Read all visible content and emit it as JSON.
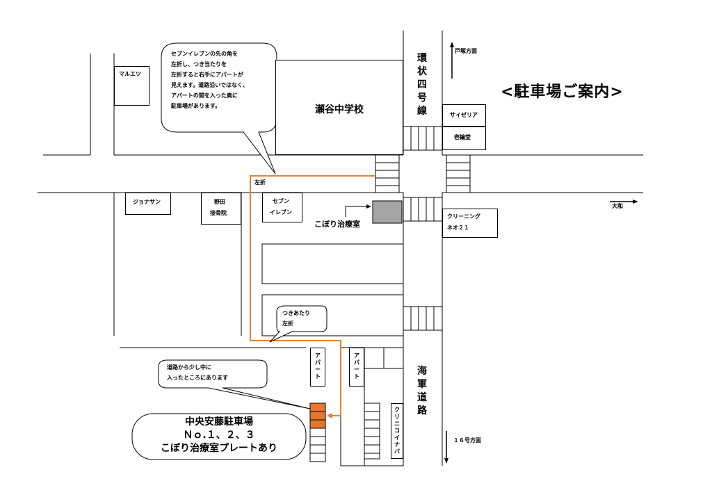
{
  "title": "<駐車場ご案内>",
  "roads": {
    "kanjo4": "環状四号線",
    "kaigun": "海軍道路"
  },
  "directions": {
    "totsuka": "戸塚方面",
    "yamato": "大和",
    "route16": "１６号方面"
  },
  "landmarks": {
    "maruetsu": "マルエツ",
    "school": "瀬谷中学校",
    "saizeriya": "サイゼリア",
    "ichirindo": "壱鑰堂",
    "jonathan": "ジョナサン",
    "noda_line1": "野田",
    "noda_line2": "接骨院",
    "seven_line1": "セブン",
    "seven_line2": "イレブン",
    "clinic": "こぼり治療室",
    "cleaning_line1": "クリーニング",
    "cleaning_line2": "ネオ２１",
    "apart1": "アパート",
    "apart2": "アパート",
    "clinic_inaba": "クリニコイナバ"
  },
  "route": {
    "turn_left": "左折"
  },
  "callouts": {
    "top": [
      "セブンイレブンの先の角を",
      "左折し、つき当たりを",
      "左折すると右手にアパートが",
      "見えます。道路沿いではなく、",
      "アパートの間を入った奥に",
      "駐車場があります。"
    ],
    "middle": [
      "つきあたり",
      "左折"
    ],
    "lower": [
      "道路から少し中に",
      "入ったところにあります"
    ],
    "parking": [
      "中央安藤駐車場",
      "Ｎｏ.１、２、３",
      "こぼり治療室プレートあり"
    ]
  },
  "colors": {
    "route": "#E8822C",
    "parking_fill": "#E8762C",
    "clinic_fill": "#A6A6A6"
  }
}
